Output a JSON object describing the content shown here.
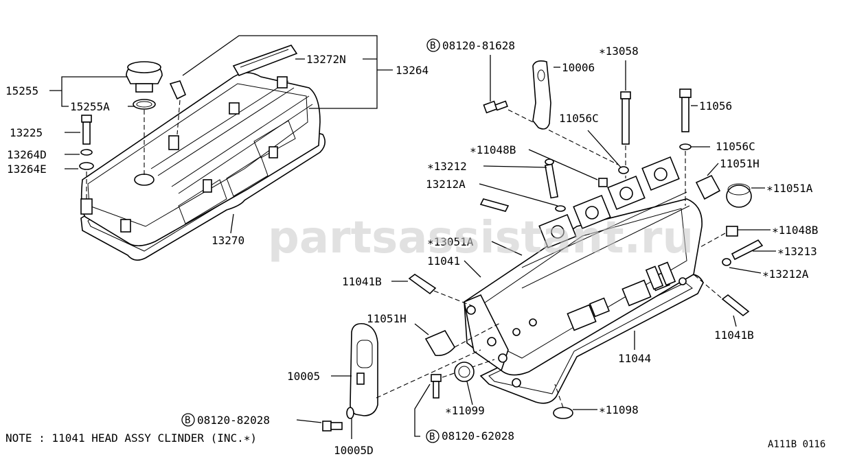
{
  "watermark": "partsassistant.ru",
  "note": "NOTE : 11041 HEAD ASSY CLINDER (INC.∗)",
  "figure_code": "A111B 0116",
  "labels": {
    "p15255": "15255",
    "p15255a": "15255A",
    "p13225": "13225",
    "p13264d": "13264D",
    "p13264e": "13264E",
    "p13272n": "13272N",
    "p13264": "13264",
    "p13270": "13270",
    "p08120_81628": "08120-81628",
    "p10006": "10006",
    "p13058": "∗13058",
    "p11056": "11056",
    "p11056c_a": "11056C",
    "p11056c_b": "11056C",
    "p11048b_a": "∗11048B",
    "p13212": "∗13212",
    "p13212a": "13212A",
    "p11051h_a": "11051H",
    "p11051a": "∗11051A",
    "p11048b_b": "∗11048B",
    "p13213": "∗13213",
    "p13212a_b": "∗13212A",
    "p13051a": "∗13051A",
    "p11041": "11041",
    "p11041b_a": "11041B",
    "p11041b_b": "11041B",
    "p11051h_b": "11051H",
    "p11044": "11044",
    "p10005": "10005",
    "p11099": "∗11099",
    "p11098": "∗11098",
    "p08120_82028": "08120-82028",
    "p08120_62028": "08120-62028",
    "p10005d": "10005D"
  },
  "badge_letter": "B"
}
